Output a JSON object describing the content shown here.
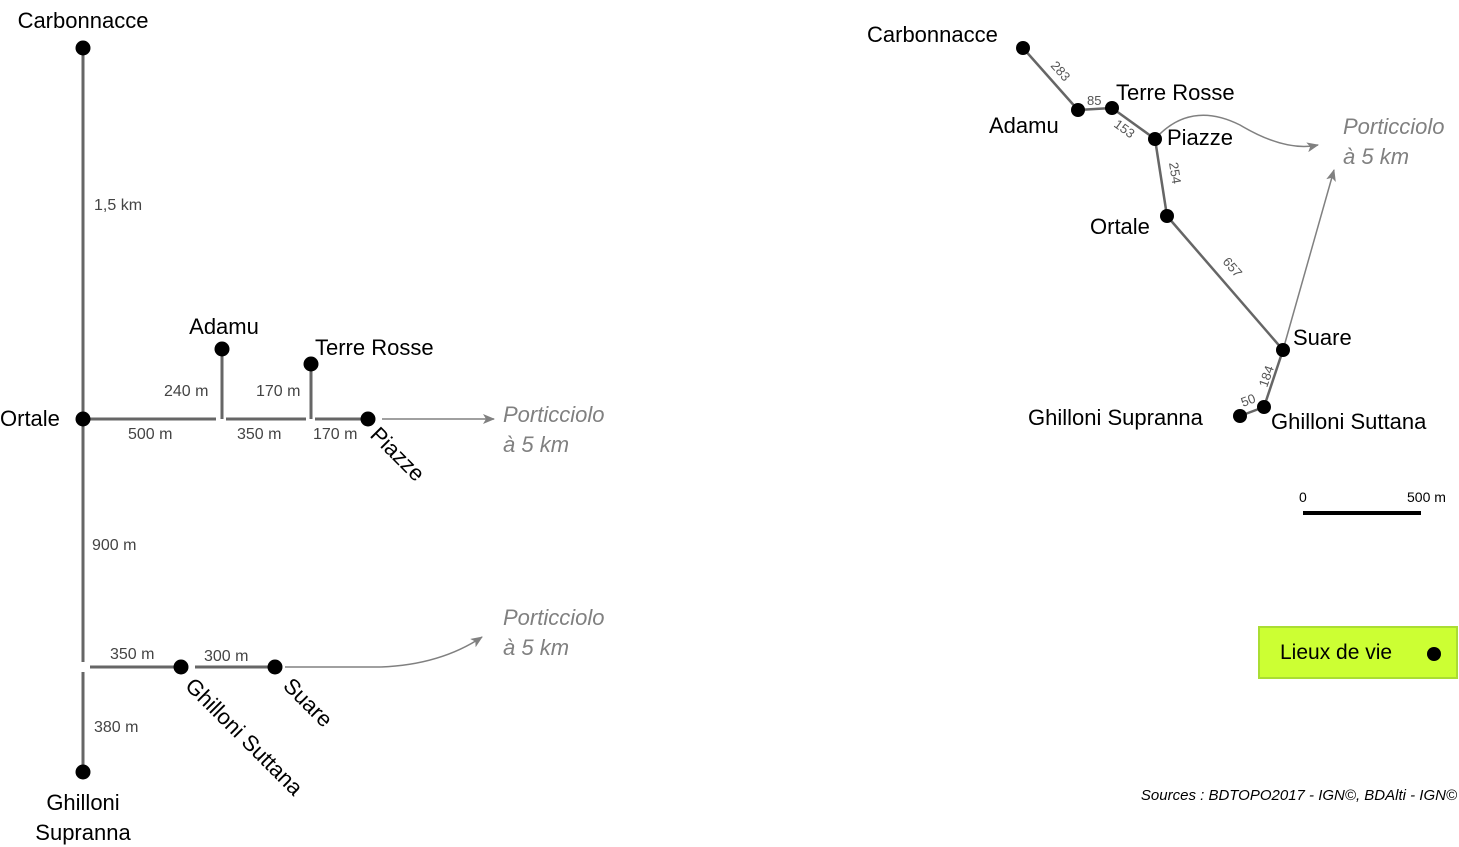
{
  "left_schema": {
    "places": {
      "carbonnacce": "Carbonnacce",
      "adamu": "Adamu",
      "terre_rosse": "Terre Rosse",
      "ortale": "Ortale",
      "piazze": "Piazze",
      "ghilloni_supranna_line1": "Ghilloni",
      "ghilloni_supranna_line2": "Supranna",
      "ghilloni_suttana": "Ghilloni Suttana",
      "suare": "Suare"
    },
    "distances": {
      "carbonnacce_ortale": "1,5 km",
      "ortale_junction1": "500 m",
      "junction1_adamu": "240 m",
      "junction1_junction2": "350 m",
      "junction2_terre_rosse": "170 m",
      "junction2_piazze": "170 m",
      "ortale_south": "900 m",
      "south_ghilloni_suttana": "350 m",
      "ghilloni_suttana_suare": "300 m",
      "south_ghilloni_supranna": "380 m"
    },
    "destinations": {
      "top_line1": "Porticciolo",
      "top_line2": "à 5 km",
      "bottom_line1": "Porticciolo",
      "bottom_line2": "à 5 km"
    }
  },
  "right_map": {
    "places": {
      "carbonnacce": "Carbonnacce",
      "adamu": "Adamu",
      "terre_rosse": "Terre Rosse",
      "piazze": "Piazze",
      "ortale": "Ortale",
      "suare": "Suare",
      "ghilloni_supranna": "Ghilloni Supranna",
      "ghilloni_suttana": "Ghilloni Suttana"
    },
    "distances": {
      "carbonnacce_adamu": "283",
      "adamu_terre_rosse": "85",
      "terre_rosse_piazze": "153",
      "piazze_ortale": "254",
      "ortale_suare": "657",
      "suare_ghilloni_suttana": "184",
      "ghilloni_suttana_supranna": "50"
    },
    "destination": {
      "line1": "Porticciolo",
      "line2": "à 5 km"
    },
    "scale": {
      "start": "0",
      "end": "500 m"
    }
  },
  "legend": {
    "label": "Lieux de vie",
    "background": "#ccff33",
    "border": "#aadd33"
  },
  "sources": "Sources : BDTOPO2017 - IGN©, BDAlti - IGN©",
  "colors": {
    "road": "#666666",
    "node": "#000000",
    "destination": "#808080"
  }
}
